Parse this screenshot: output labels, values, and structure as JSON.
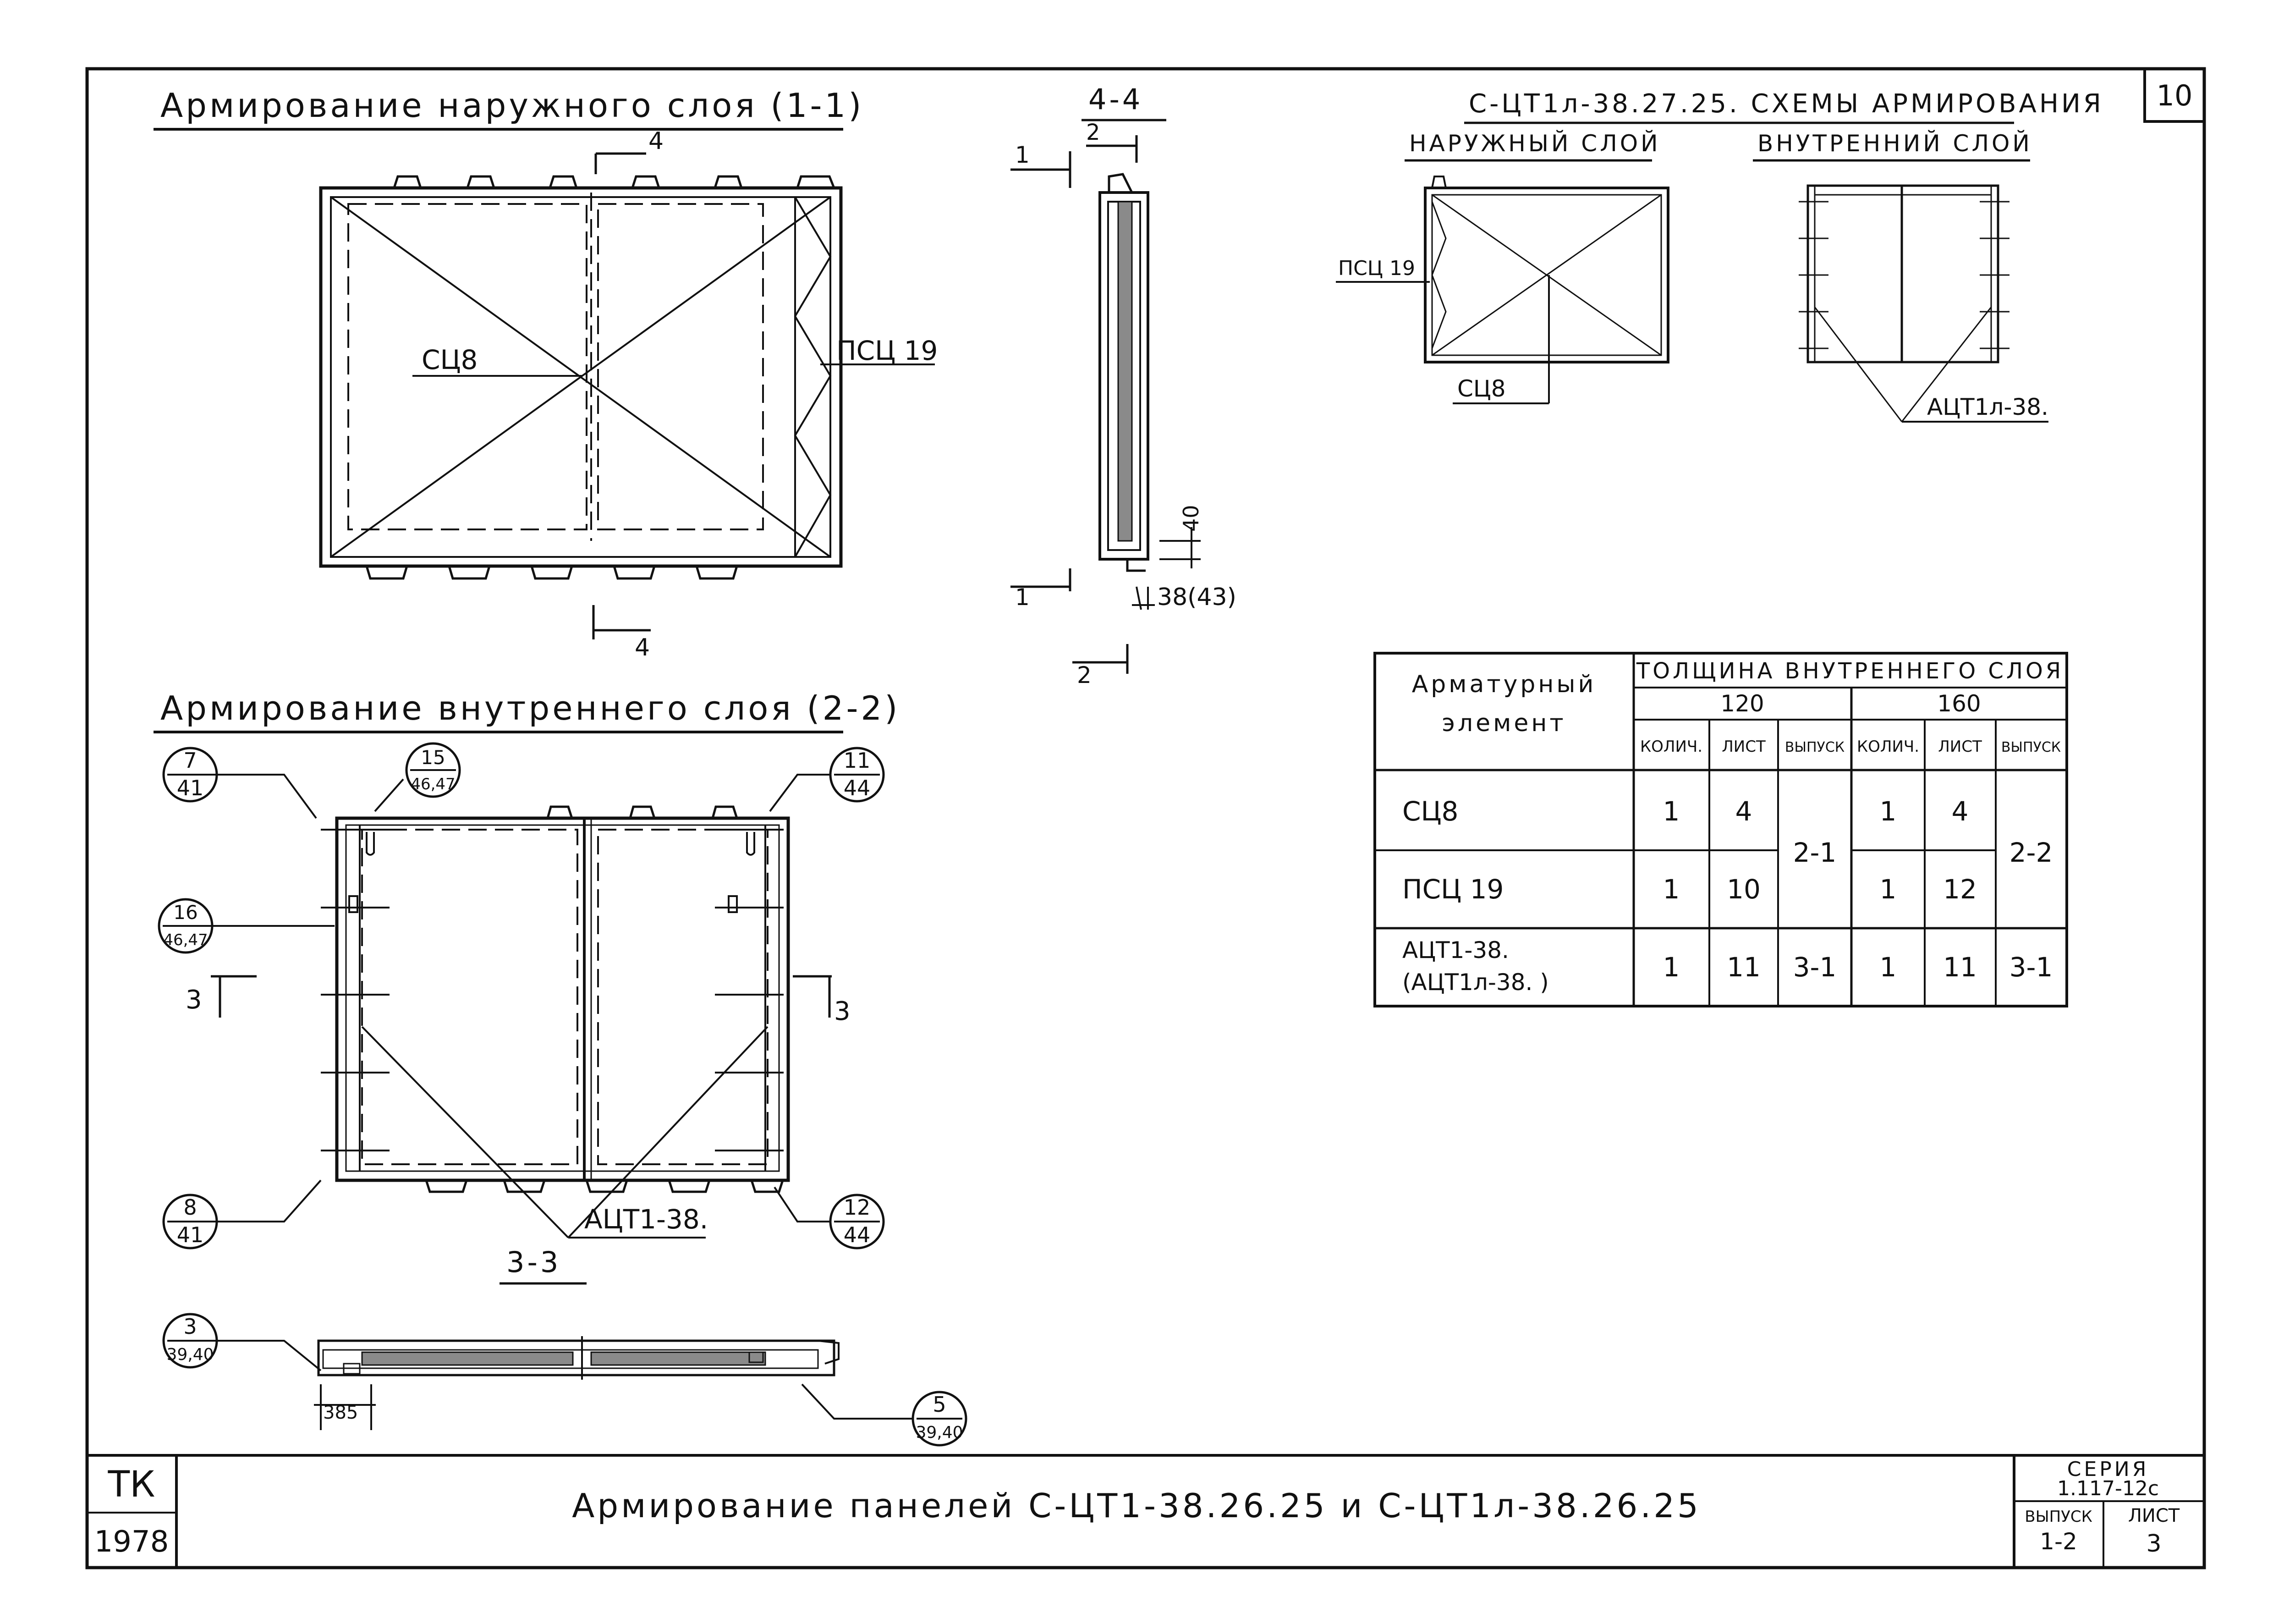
{
  "sheet_number": "10",
  "titles": {
    "outer_layer": "Армирование наружного слоя (1-1)",
    "inner_layer": "Армирование внутреннего слоя (2-2)",
    "section_44": "4-4",
    "section_33": "3-3",
    "schemes": "С-ЦТ1л-38.27.25. СХЕМЫ АРМИРОВАНИЯ",
    "scheme_outer": "НАРУЖНЫЙ СЛОЙ",
    "scheme_inner": "ВНУТРЕННИЙ СЛОЙ"
  },
  "labels": {
    "cts8": "СЦ8",
    "psts19": "ПСЦ 19",
    "psts19_small": "ПСЦ 19",
    "cts8_small": "СЦ8",
    "atst_l": "АЦТ1л-38.",
    "atst": "АЦТ1-38.",
    "cut1": "1",
    "cut2": "2",
    "cut3": "3",
    "cut4": "4",
    "dim_40": "40",
    "dim_38": "38(43)",
    "dim_385": "385"
  },
  "callouts": [
    {
      "id": "c7",
      "top": "7",
      "bottom": "41"
    },
    {
      "id": "c15",
      "top": "15",
      "bottom": "46,47"
    },
    {
      "id": "c11",
      "top": "11",
      "bottom": "44"
    },
    {
      "id": "c16",
      "top": "16",
      "bottom": "46,47"
    },
    {
      "id": "c8",
      "top": "8",
      "bottom": "41"
    },
    {
      "id": "c12",
      "top": "12",
      "bottom": "44"
    },
    {
      "id": "c3",
      "top": "3",
      "bottom": "39,40"
    },
    {
      "id": "c5",
      "top": "5",
      "bottom": "39,40"
    }
  ],
  "table": {
    "header_element_1": "Арматурный",
    "header_element_2": "элемент",
    "header_thickness": "ТОЛЩИНА ВНУТРЕННЕГО СЛОЯ",
    "t120": "120",
    "t160": "160",
    "sub": [
      "КОЛИЧ.",
      "ЛИСТ",
      "ВЫПУСК",
      "КОЛИЧ.",
      "ЛИСТ",
      "ВЫПУСК"
    ],
    "rows": [
      {
        "element": "СЦ8",
        "q1": "1",
        "s1": "4",
        "q2": "1",
        "s2": "4"
      },
      {
        "element": "ПСЦ 19",
        "q1": "1",
        "s1": "10",
        "q2": "1",
        "s2": "12"
      },
      {
        "element": "АЦТ1-38.",
        "element2": "(АЦТ1л-38. )",
        "q1": "1",
        "s1": "11",
        "v1": "3-1",
        "q2": "1",
        "s2": "11",
        "v2": "3-1"
      }
    ],
    "vyp_merged_1": "2-1",
    "vyp_merged_2": "2-2"
  },
  "title_block": {
    "org": "ТК",
    "year": "1978",
    "title": "Армирование панелей С-ЦТ1-38.26.25 и С-ЦТ1л-38.26.25",
    "series_label": "СЕРИЯ",
    "series_value": "1.117-12с",
    "issue_label": "ВЫПУСК",
    "issue_value": "1-2",
    "sheet_label": "ЛИСТ",
    "sheet_value": "3"
  }
}
